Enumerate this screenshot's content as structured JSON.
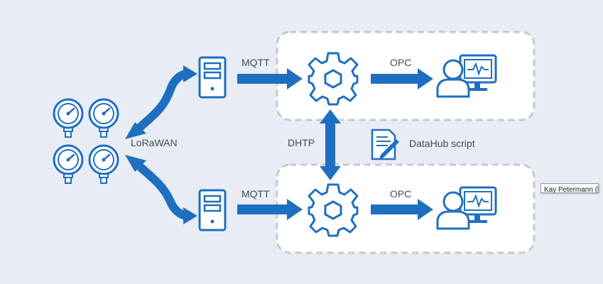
{
  "labels": {
    "lorawan": "LoRaWAN",
    "mqtt_top": "MQTT",
    "mqtt_bottom": "MQTT",
    "opc_top": "OPC",
    "opc_bottom": "OPC",
    "dhtp": "DHTP",
    "datahub_script": "DataHub script"
  },
  "tooltip": {
    "text": "Kay Petermann (k.p"
  },
  "colors": {
    "accent": "#1f6fc0",
    "background": "#e8edf5",
    "box_fill": "#ffffff",
    "box_border": "#c8c8c8"
  },
  "icons": [
    "pressure-gauge-icon",
    "server-icon",
    "gear-icon",
    "operator-monitor-icon",
    "script-document-icon"
  ]
}
